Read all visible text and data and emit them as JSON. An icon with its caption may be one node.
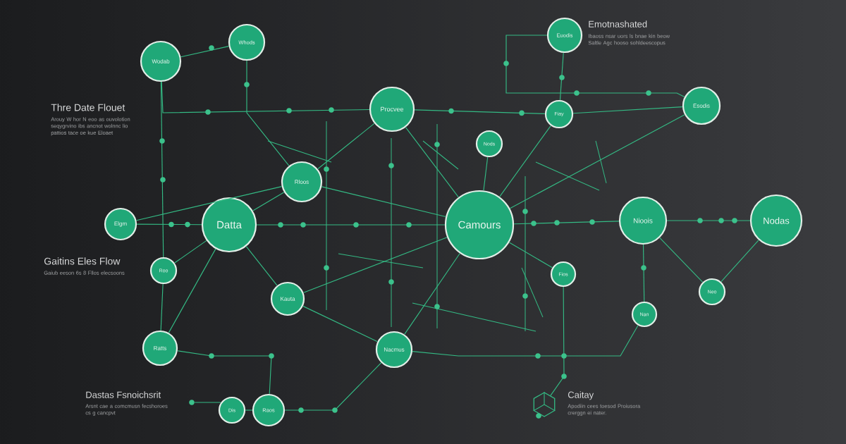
{
  "diagram": {
    "nodes": [
      {
        "text": [
          "Wodab"
        ]
      },
      {
        "text": [
          "Whods"
        ]
      },
      {
        "text": [
          "Euodis"
        ]
      },
      {
        "text": [
          "Procvee"
        ]
      },
      {
        "text": [
          "Esodis"
        ]
      },
      {
        "text": [
          "Fiay"
        ]
      },
      {
        "text": [
          "Nods"
        ]
      },
      {
        "text": [
          "Rloos"
        ]
      },
      {
        "text": [
          "Elgm"
        ]
      },
      {
        "text": [
          "Datta"
        ]
      },
      {
        "text": [
          "Camours"
        ]
      },
      {
        "text": [
          "Nioois"
        ]
      },
      {
        "text": [
          "Nodas"
        ]
      },
      {
        "text": [
          "Roo"
        ]
      },
      {
        "text": [
          "Fios"
        ]
      },
      {
        "text": [
          "Kauta"
        ]
      },
      {
        "text": [
          "Neo"
        ]
      },
      {
        "text": [
          "Nan"
        ]
      },
      {
        "text": [
          "Ratts"
        ]
      },
      {
        "text": [
          "Nacmus"
        ]
      },
      {
        "text": [
          "Dis"
        ]
      },
      {
        "text": [
          "Raos"
        ]
      },
      {
        "text": [],
        "shape": "cube"
      },
      {
        "text": [],
        "shape": "dot"
      }
    ],
    "edges": [
      {
        "from": 0,
        "to": 1,
        "arrow": "none"
      },
      {
        "from": 0,
        "to": 13,
        "arrow": "none"
      },
      {
        "from": 0,
        "to": 3,
        "arrow": "none"
      },
      {
        "from": 1,
        "to": 7,
        "arrow": "none"
      },
      {
        "from": 3,
        "to": 5,
        "arrow": "none"
      },
      {
        "from": 2,
        "to": 4,
        "arrow": "none"
      },
      {
        "from": 2,
        "to": 5,
        "arrow": "none"
      },
      {
        "from": 5,
        "to": 4,
        "arrow": "none"
      },
      {
        "from": 3,
        "to": 10,
        "arrow": "none"
      },
      {
        "from": 7,
        "to": 9,
        "arrow": "none"
      },
      {
        "from": 7,
        "to": 3,
        "arrow": "none"
      },
      {
        "from": 7,
        "to": 10,
        "arrow": "none"
      },
      {
        "from": 8,
        "to": 9,
        "arrow": "none"
      },
      {
        "from": 9,
        "to": 10,
        "arrow": "none"
      },
      {
        "from": 10,
        "to": 11,
        "arrow": "none"
      },
      {
        "from": 11,
        "to": 12,
        "arrow": "none"
      },
      {
        "from": 10,
        "to": 6,
        "arrow": "none"
      },
      {
        "from": 10,
        "to": 5,
        "arrow": "none"
      },
      {
        "from": 10,
        "to": 4,
        "arrow": "none"
      },
      {
        "from": 10,
        "to": 14,
        "arrow": "none"
      },
      {
        "from": 10,
        "to": 19,
        "arrow": "none"
      },
      {
        "from": 15,
        "to": 10,
        "arrow": "none"
      },
      {
        "from": 9,
        "to": 15,
        "arrow": "none"
      },
      {
        "from": 18,
        "to": 9,
        "arrow": "none"
      },
      {
        "from": 15,
        "to": 19,
        "arrow": "none"
      },
      {
        "from": 18,
        "to": 21,
        "arrow": "none"
      },
      {
        "from": 20,
        "to": 21,
        "arrow": "none"
      },
      {
        "from": 23,
        "to": 20,
        "arrow": "none"
      },
      {
        "from": 21,
        "to": 19,
        "arrow": "none"
      },
      {
        "from": 19,
        "to": 17,
        "arrow": "none"
      },
      {
        "from": 11,
        "to": 16,
        "arrow": "none"
      },
      {
        "from": 16,
        "to": 12,
        "arrow": "none"
      },
      {
        "from": 14,
        "to": 22,
        "arrow": "none"
      },
      {
        "from": 11,
        "to": 17,
        "arrow": "none"
      },
      {
        "from": 8,
        "to": 7,
        "arrow": "none"
      },
      {
        "from": 13,
        "to": 9,
        "arrow": "none"
      },
      {
        "from": 13,
        "to": 18,
        "arrow": "none"
      }
    ],
    "labels": [
      "Emotnashated",
      "Ibaoss nsar uors ls bnae kin beow Saltle Agc hooso sohldeescopus",
      "Thre Date Flouet",
      "Arouy W hor N eoo as ouvolotion seqygrvino ibs ancnot wolnnc lio pattios tace oe kue Eloaet",
      "Gaitins Eles Flow",
      "Gaiub eeson 6s 8 Fllos elecsoons",
      "Dastas Fsnoichsrit",
      "Arsnt cae a comcmusn fecshoroes cs g cancpvt",
      "Caitay",
      "Apodiin cees toesod Proiusora crerggn ei nater."
    ]
  }
}
